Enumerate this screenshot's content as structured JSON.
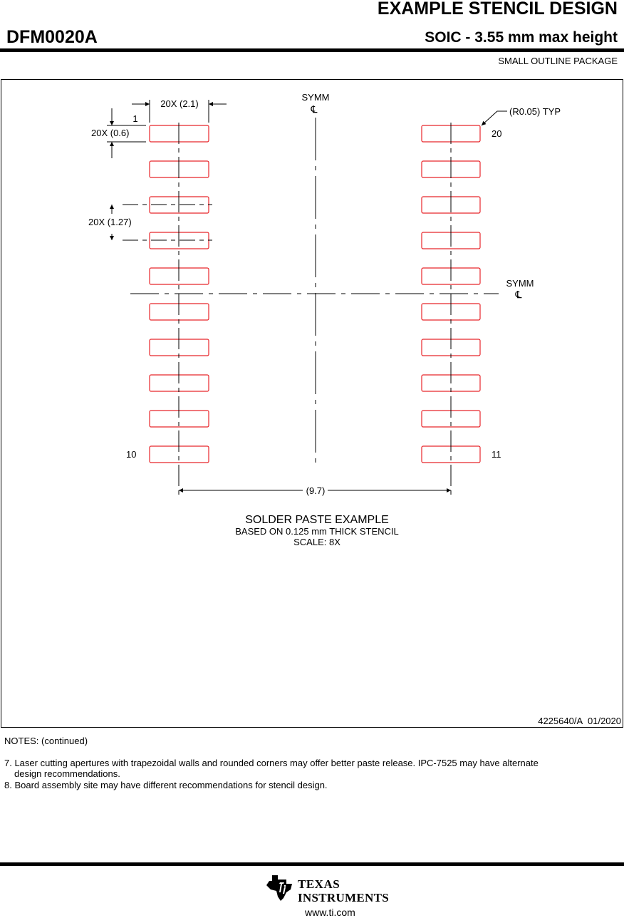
{
  "header": {
    "title": "EXAMPLE STENCIL DESIGN",
    "part_number": "DFM0020A",
    "package_description": "SOIC - 3.55 mm max height",
    "package_type": "SMALL OUTLINE PACKAGE"
  },
  "drawing": {
    "dims": {
      "pad_length": "20X (2.1)",
      "pad_width": "20X (0.6)",
      "pitch": "20X (1.27)",
      "row_span": "(9.7)",
      "corner_radius": "(R0.05) TYP"
    },
    "symm_label": "SYMM",
    "centerline_symbol": "℄",
    "pin_labels": {
      "pin1": "1",
      "pin10": "10",
      "pin11": "11",
      "pin20": "20"
    },
    "pad_color": "#e8262b",
    "caption": {
      "title": "SOLDER PASTE EXAMPLE",
      "subtitle": "BASED ON 0.125 mm THICK STENCIL",
      "scale": "SCALE: 8X"
    }
  },
  "doc_id": "4225640/A   01/2020",
  "notes": {
    "header": "NOTES: (continued)",
    "items": [
      {
        "line1": "7. Laser cutting apertures with trapezoidal walls and rounded corners may offer better paste release. IPC-7525 may have alternate",
        "line2": "design recommendations."
      },
      {
        "line1": "8. Board assembly site may have different recommendations for stencil design."
      }
    ]
  },
  "footer": {
    "logo_line1": "TEXAS",
    "logo_line2": "INSTRUMENTS",
    "url": "www.ti.com"
  }
}
